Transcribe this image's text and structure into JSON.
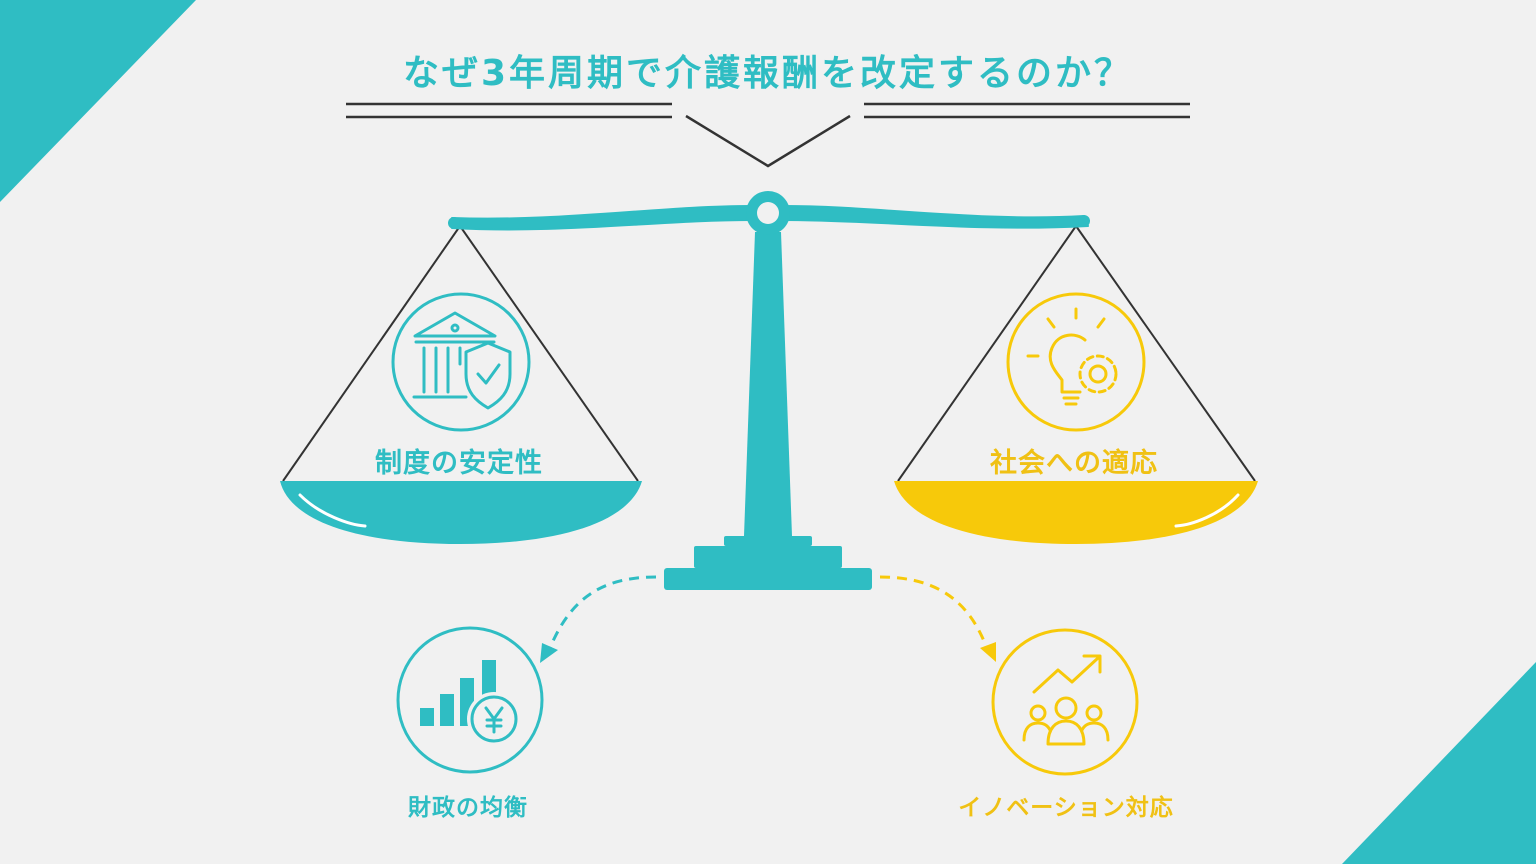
{
  "title": "なぜ3年周期で介護報酬を改定するのか？",
  "left_pan": {
    "label": "制度の安定性",
    "icon": "bank-shield-icon"
  },
  "right_pan": {
    "label": "社会への適応",
    "icon": "lightbulb-gear-icon"
  },
  "bottom_left": {
    "label": "財政の均衡",
    "icon": "bar-chart-yen-icon"
  },
  "bottom_right": {
    "label": "イノベーション対応",
    "icon": "growth-people-icon"
  },
  "colors": {
    "teal": "#2fbdc3",
    "yellow": "#f7c90a",
    "label_yellow": "#f0c114",
    "line": "#333333",
    "background": "#f1f1f1"
  }
}
